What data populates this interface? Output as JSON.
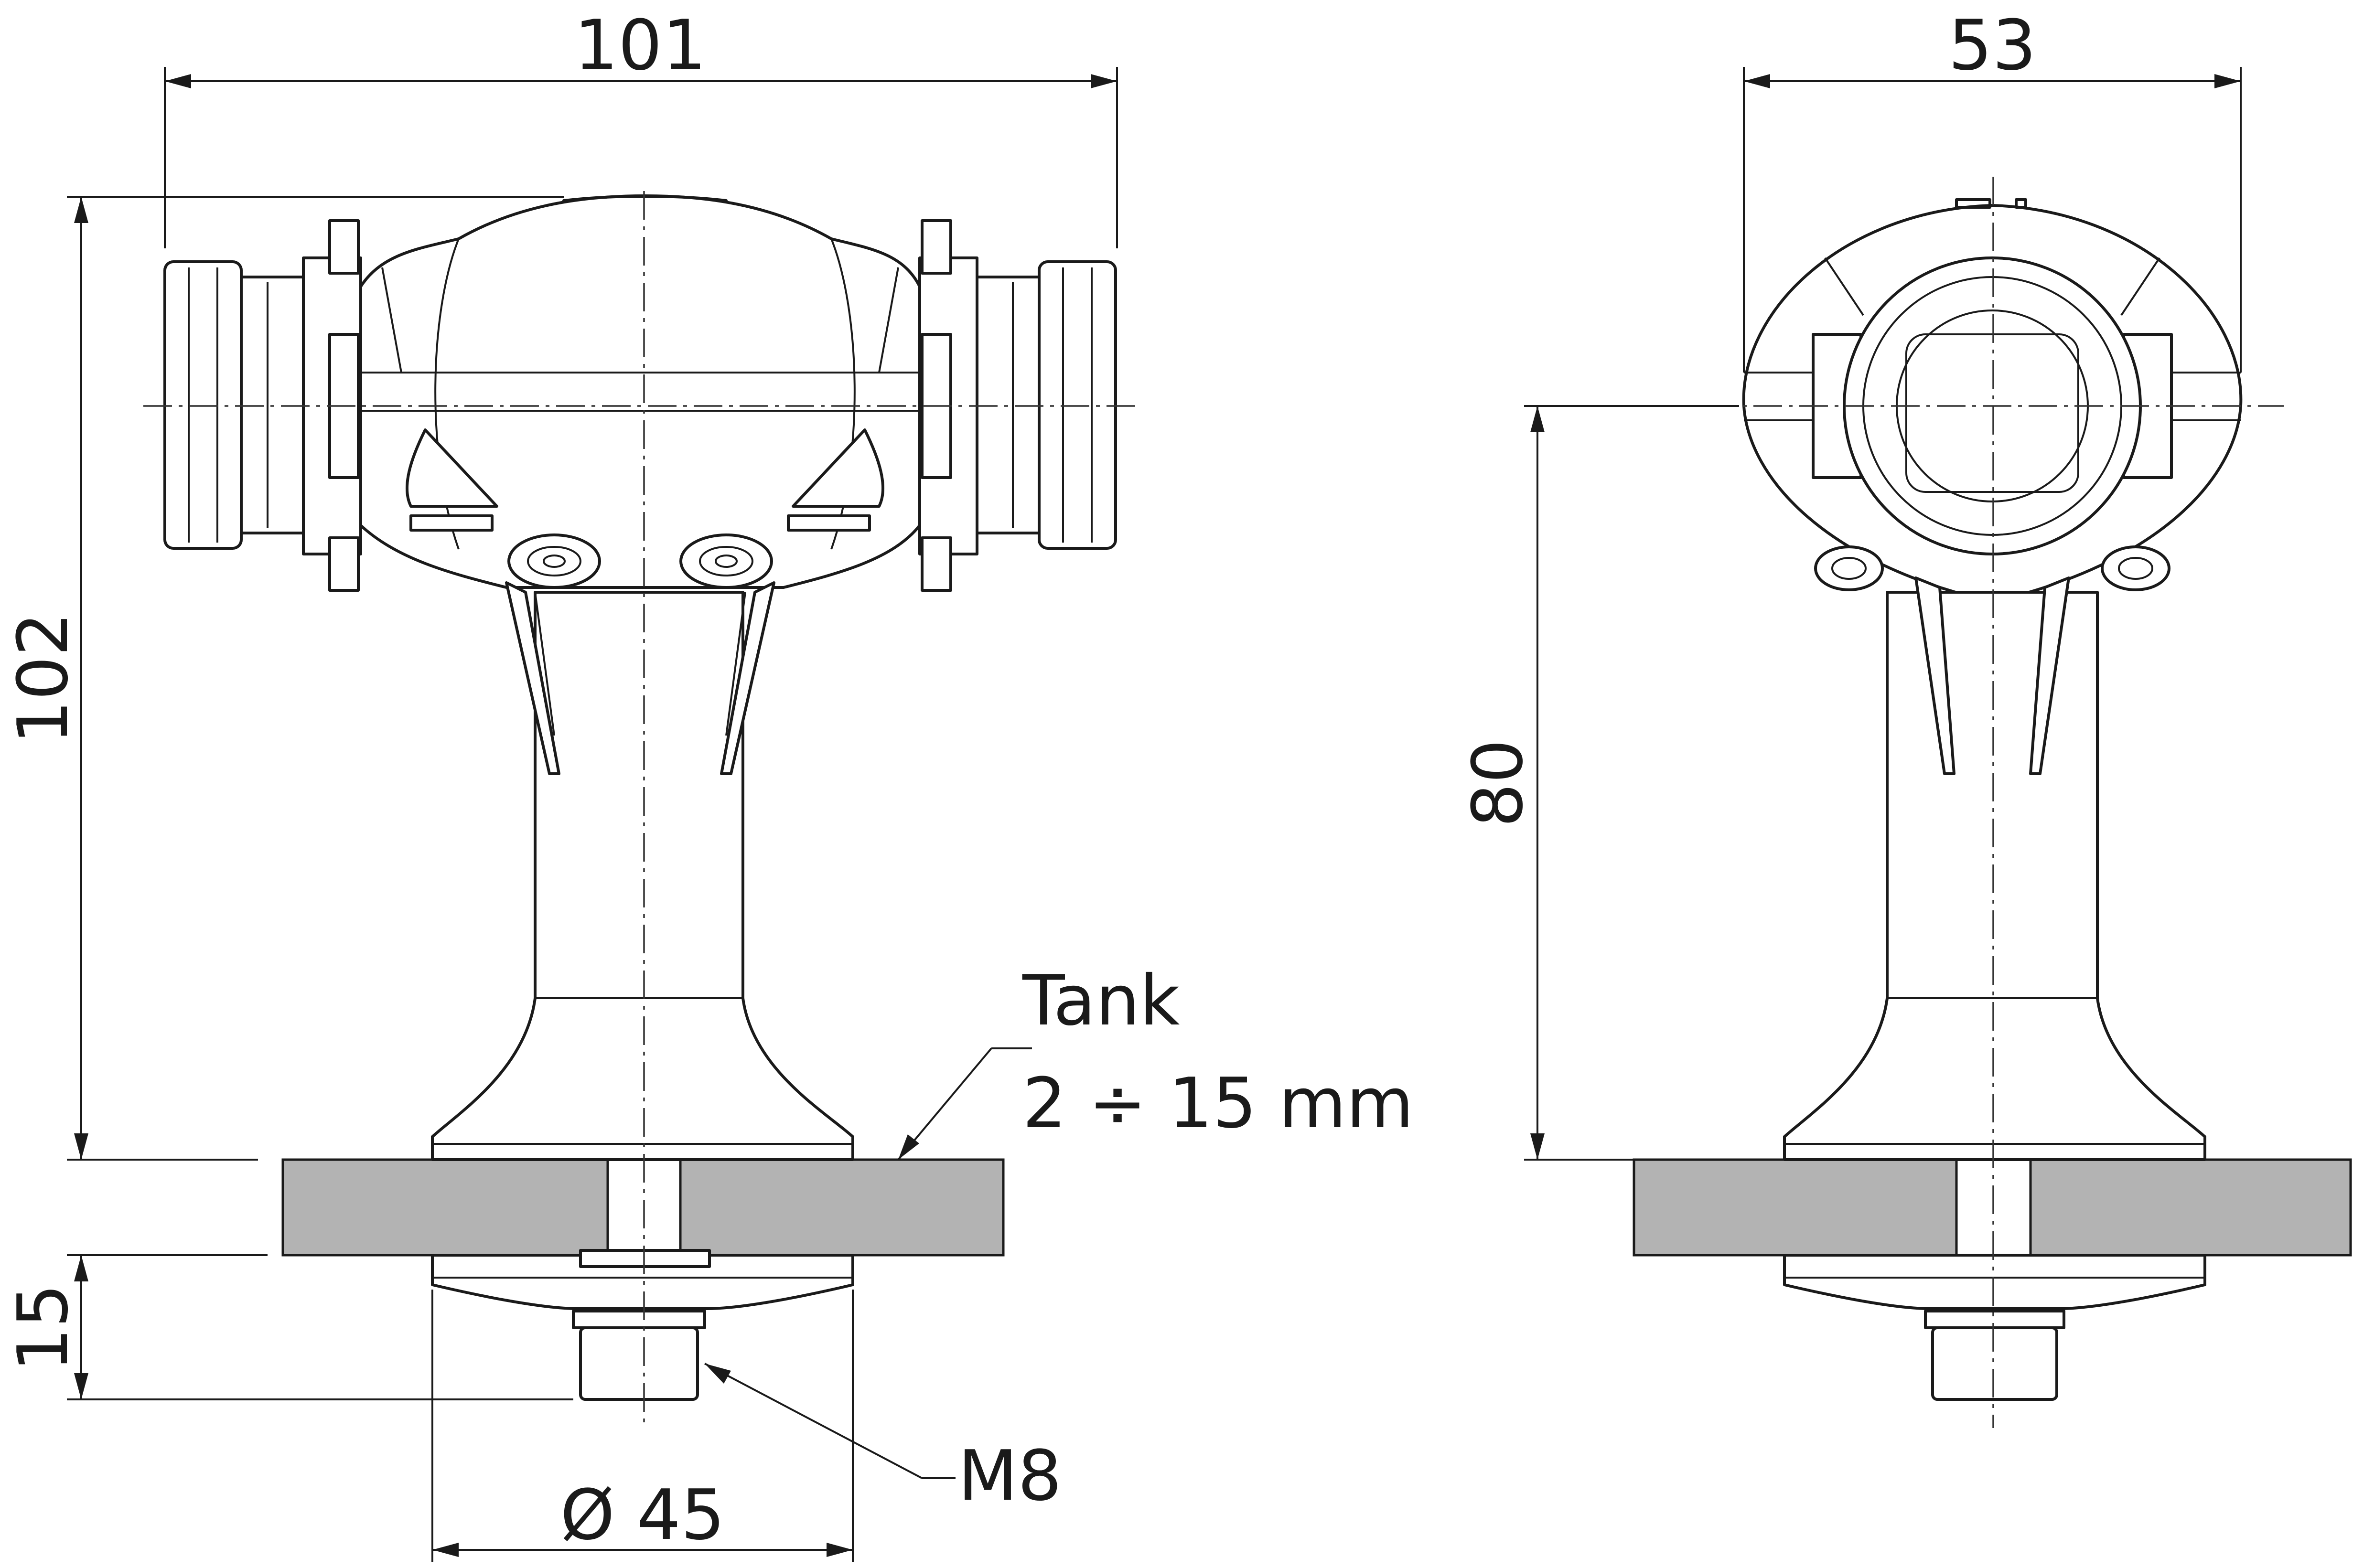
{
  "diagram": {
    "front_view": {
      "width_dimension": "101",
      "height_dimension": "102",
      "nut_height_dimension": "15",
      "base_diameter_dimension": "Ø 45",
      "thread_label": "M8",
      "tank_label": "Tank",
      "tank_thickness_label": "2 ÷ 15 mm"
    },
    "side_view": {
      "width_dimension": "53",
      "height_dimension": "80"
    },
    "colors": {
      "tank": "#b3b3b3",
      "line": "#1a1a1a"
    }
  }
}
